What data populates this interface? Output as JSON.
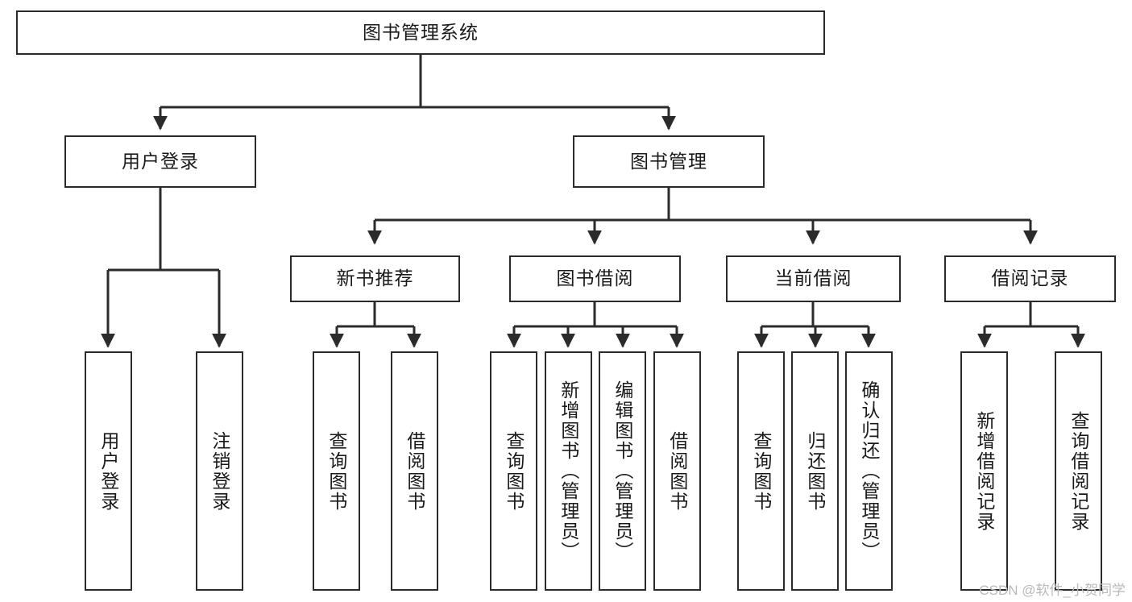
{
  "diagram": {
    "title": "图书管理系统",
    "type": "tree",
    "style": {
      "stroke": "#2b2b2b",
      "fill": "#ffffff",
      "text": "#1a1a1a",
      "watermark_color": "#b9b9b9"
    },
    "watermark": "CSDN @软件_小贺同学",
    "nodes": {
      "root": "图书管理系统",
      "level2": [
        "用户登录",
        "图书管理"
      ],
      "level3": [
        "新书推荐",
        "图书借阅",
        "当前借阅",
        "借阅记录"
      ],
      "leaves": {
        "user_login": [
          "用户登录",
          "注销登录"
        ],
        "new_book_recommend": [
          "查询图书",
          "借阅图书"
        ],
        "book_borrow": [
          "查询图书",
          "新增图书（管理员）",
          "编辑图书（管理员）",
          "借阅图书"
        ],
        "current_borrow": [
          "查询图书",
          "归还图书",
          "确认归还（管理员）"
        ],
        "borrow_record": [
          "新增借阅记录",
          "查询借阅记录"
        ]
      }
    }
  }
}
